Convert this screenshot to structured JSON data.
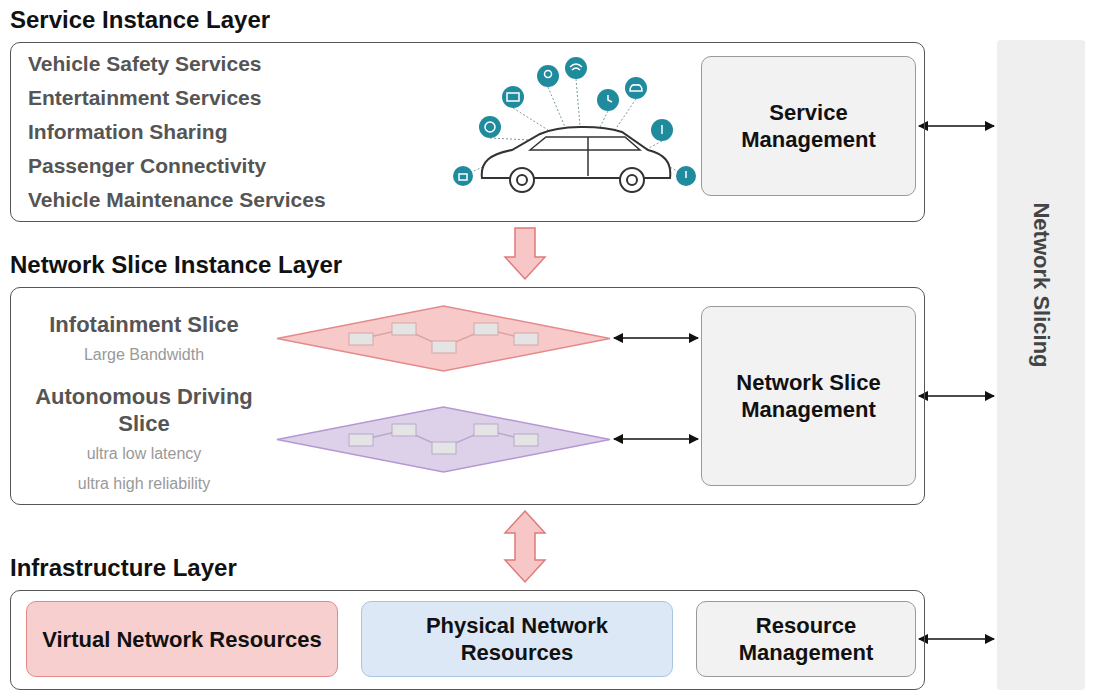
{
  "diagram": {
    "nodes": [
      {
        "text": [
          "Service Instance Layer",
          "Vehicle Safety Services",
          "Entertainment Services",
          "Information Sharing",
          "Passenger Connectivity",
          "Vehicle Maintenance Services"
        ]
      },
      {
        "text": [
          "Service Management"
        ],
        "in": 0
      },
      {
        "text": [
          "Network Slice Instance Layer"
        ]
      },
      {
        "text": [
          "Infotainment Slice",
          "Large Bandwidth"
        ],
        "in": 2
      },
      {
        "text": [
          "Autonomous Driving Slice",
          "ultra low latency",
          "ultra high reliability"
        ],
        "in": 2
      },
      {
        "text": [
          "Network Slice Management"
        ],
        "in": 2
      },
      {
        "text": [
          "Infrastructure Layer"
        ]
      },
      {
        "text": [
          "Virtual Network Resources"
        ],
        "in": 6
      },
      {
        "text": [
          "Physical Network Resources"
        ],
        "in": 6
      },
      {
        "text": [
          "Resource Management"
        ],
        "in": 6
      },
      {
        "text": [
          "Network Slicing"
        ]
      }
    ],
    "edges": [
      {
        "from": 0,
        "to": 2,
        "arrow": "to"
      },
      {
        "from": 2,
        "to": 6,
        "arrow": "both"
      },
      {
        "from": 1,
        "to": 10,
        "arrow": "both"
      },
      {
        "from": 3,
        "to": 5,
        "arrow": "both"
      },
      {
        "from": 4,
        "to": 5,
        "arrow": "both"
      },
      {
        "from": 5,
        "to": 10,
        "arrow": "both"
      },
      {
        "from": 9,
        "to": 10,
        "arrow": "both"
      }
    ]
  }
}
